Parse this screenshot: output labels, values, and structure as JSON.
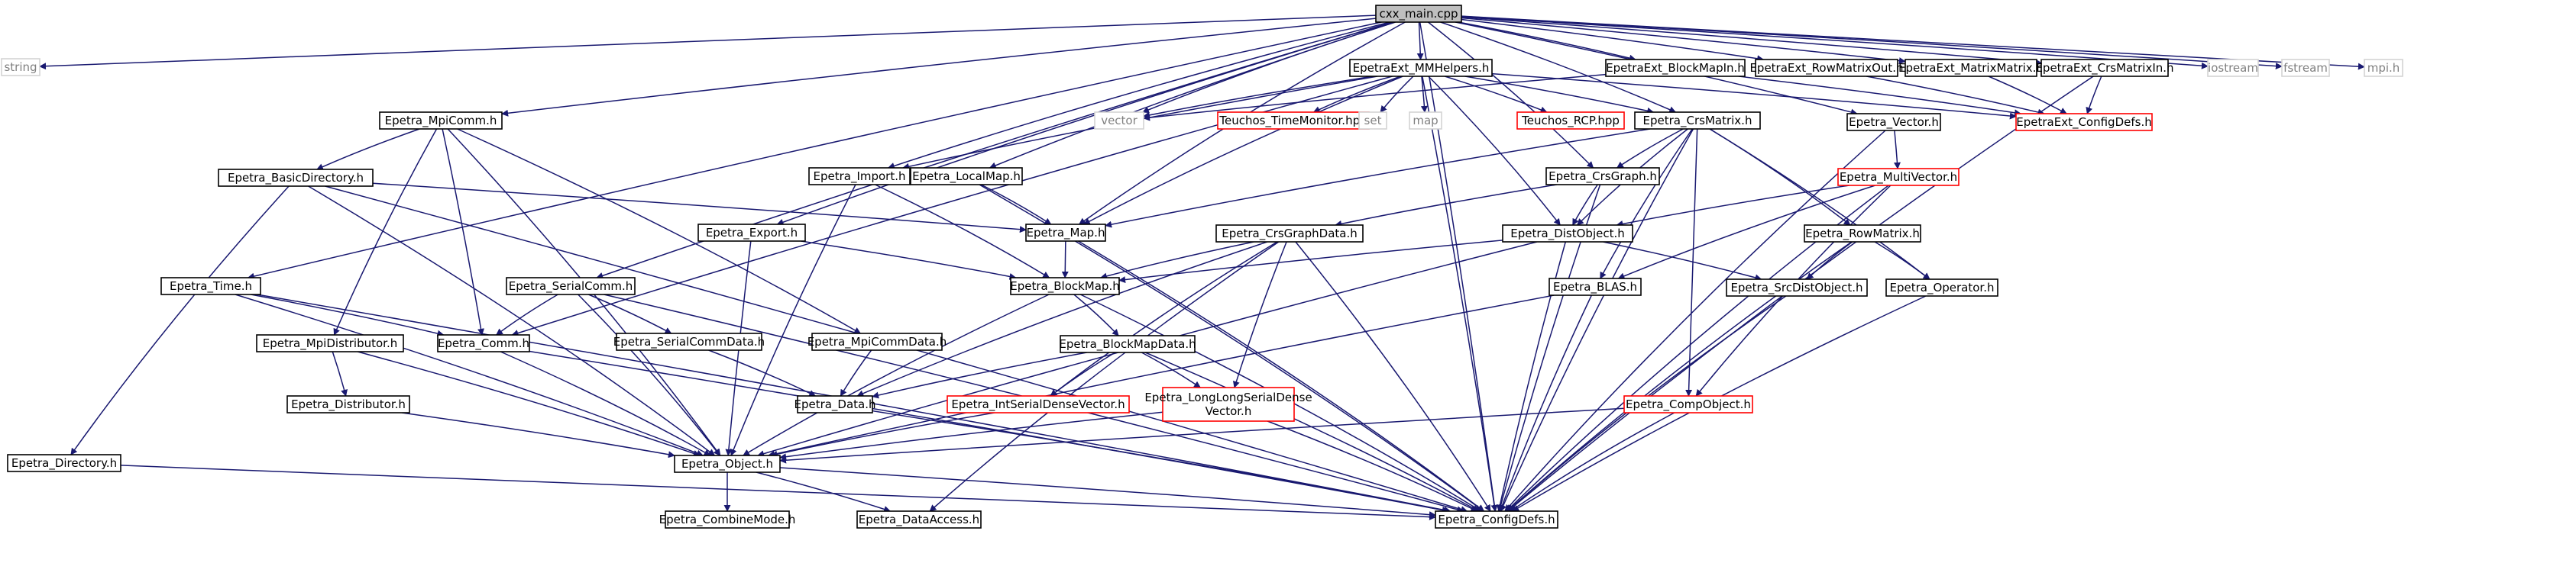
{
  "colors": {
    "edge": "#191970",
    "box_normal": "#000000",
    "box_missing": "#d3d3d3",
    "box_linked": "#ff0000",
    "root_fill": "#bfbfbf",
    "text_normal": "#000000",
    "text_missing": "#808080"
  },
  "nodes": [
    {
      "id": "cxx_main",
      "label": "cxx_main.cpp",
      "kind": "root"
    },
    {
      "id": "string",
      "label": "string",
      "kind": "missing"
    },
    {
      "id": "Epetra_MpiComm",
      "label": "Epetra_MpiComm.h",
      "kind": "normal"
    },
    {
      "id": "Epetra_Time",
      "label": "Epetra_Time.h",
      "kind": "normal"
    },
    {
      "id": "Epetra_SerialComm",
      "label": "Epetra_SerialComm.h",
      "kind": "normal"
    },
    {
      "id": "Epetra_Export",
      "label": "Epetra_Export.h",
      "kind": "normal"
    },
    {
      "id": "Epetra_Import",
      "label": "Epetra_Import.h",
      "kind": "normal"
    },
    {
      "id": "Epetra_LocalMap",
      "label": "Epetra_LocalMap.h",
      "kind": "normal"
    },
    {
      "id": "vector",
      "label": "vector",
      "kind": "missing"
    },
    {
      "id": "EpetraExt_MMHelpers",
      "label": "EpetraExt_MMHelpers.h",
      "kind": "normal"
    },
    {
      "id": "EpetraExt_BlockMapIn",
      "label": "EpetraExt_BlockMapIn.h",
      "kind": "normal"
    },
    {
      "id": "EpetraExt_RowMatrixOut",
      "label": "EpetraExt_RowMatrixOut.h",
      "kind": "normal"
    },
    {
      "id": "EpetraExt_MatrixMatrix",
      "label": "EpetraExt_MatrixMatrix.h",
      "kind": "normal"
    },
    {
      "id": "EpetraExt_CrsMatrixIn",
      "label": "EpetraExt_CrsMatrixIn.h",
      "kind": "normal"
    },
    {
      "id": "iostream",
      "label": "iostream",
      "kind": "missing"
    },
    {
      "id": "fstream",
      "label": "fstream",
      "kind": "missing"
    },
    {
      "id": "mpi",
      "label": "mpi.h",
      "kind": "missing"
    },
    {
      "id": "Teuchos_TimeMonitor",
      "label": "Teuchos_TimeMonitor.hpp",
      "kind": "linked"
    },
    {
      "id": "set",
      "label": "set",
      "kind": "missing"
    },
    {
      "id": "map",
      "label": "map",
      "kind": "missing"
    },
    {
      "id": "Teuchos_RCP",
      "label": "Teuchos_RCP.hpp",
      "kind": "linked"
    },
    {
      "id": "Epetra_CrsMatrix",
      "label": "Epetra_CrsMatrix.h",
      "kind": "normal"
    },
    {
      "id": "Epetra_Vector",
      "label": "Epetra_Vector.h",
      "kind": "normal"
    },
    {
      "id": "EpetraExt_ConfigDefs",
      "label": "EpetraExt_ConfigDefs.h",
      "kind": "linked"
    },
    {
      "id": "Epetra_BasicDirectory",
      "label": "Epetra_BasicDirectory.h",
      "kind": "normal"
    },
    {
      "id": "Epetra_Map",
      "label": "Epetra_Map.h",
      "kind": "normal"
    },
    {
      "id": "Epetra_CrsGraph",
      "label": "Epetra_CrsGraph.h",
      "kind": "normal"
    },
    {
      "id": "Epetra_MultiVector",
      "label": "Epetra_MultiVector.h",
      "kind": "linked"
    },
    {
      "id": "Epetra_CrsGraphData",
      "label": "Epetra_CrsGraphData.h",
      "kind": "normal"
    },
    {
      "id": "Epetra_DistObject",
      "label": "Epetra_DistObject.h",
      "kind": "normal"
    },
    {
      "id": "Epetra_RowMatrix",
      "label": "Epetra_RowMatrix.h",
      "kind": "normal"
    },
    {
      "id": "Epetra_BlockMap",
      "label": "Epetra_BlockMap.h",
      "kind": "normal"
    },
    {
      "id": "Epetra_BLAS",
      "label": "Epetra_BLAS.h",
      "kind": "normal"
    },
    {
      "id": "Epetra_SrcDistObject",
      "label": "Epetra_SrcDistObject.h",
      "kind": "normal"
    },
    {
      "id": "Epetra_Operator",
      "label": "Epetra_Operator.h",
      "kind": "normal"
    },
    {
      "id": "Epetra_MpiDistributor",
      "label": "Epetra_MpiDistributor.h",
      "kind": "normal"
    },
    {
      "id": "Epetra_Comm",
      "label": "Epetra_Comm.h",
      "kind": "normal"
    },
    {
      "id": "Epetra_SerialCommData",
      "label": "Epetra_SerialCommData.h",
      "kind": "normal"
    },
    {
      "id": "Epetra_MpiCommData",
      "label": "Epetra_MpiCommData.h",
      "kind": "normal"
    },
    {
      "id": "Epetra_BlockMapData",
      "label": "Epetra_BlockMapData.h",
      "kind": "normal"
    },
    {
      "id": "Epetra_Distributor",
      "label": "Epetra_Distributor.h",
      "kind": "normal"
    },
    {
      "id": "Epetra_IntSerialDenseVector",
      "label": "Epetra_IntSerialDenseVector.h",
      "kind": "linked"
    },
    {
      "id": "Epetra_Data",
      "label": "Epetra_Data.h",
      "kind": "normal"
    },
    {
      "id": "Epetra_LongLongSerialDenseVector",
      "label": "Epetra_LongLongSerialDense\nVector.h",
      "kind": "linked"
    },
    {
      "id": "Epetra_CompObject",
      "label": "Epetra_CompObject.h",
      "kind": "linked"
    },
    {
      "id": "Epetra_Directory",
      "label": "Epetra_Directory.h",
      "kind": "normal"
    },
    {
      "id": "Epetra_Object",
      "label": "Epetra_Object.h",
      "kind": "normal"
    },
    {
      "id": "Epetra_CombineMode",
      "label": "Epetra_CombineMode.h",
      "kind": "normal"
    },
    {
      "id": "Epetra_DataAccess",
      "label": "Epetra_DataAccess.h",
      "kind": "normal"
    },
    {
      "id": "Epetra_ConfigDefs",
      "label": "Epetra_ConfigDefs.h",
      "kind": "normal"
    }
  ],
  "edges": [
    [
      "cxx_main",
      "string"
    ],
    [
      "cxx_main",
      "Epetra_MpiComm"
    ],
    [
      "cxx_main",
      "Epetra_Time"
    ],
    [
      "cxx_main",
      "Epetra_SerialComm"
    ],
    [
      "cxx_main",
      "Epetra_Export"
    ],
    [
      "cxx_main",
      "Epetra_Import"
    ],
    [
      "cxx_main",
      "Epetra_LocalMap"
    ],
    [
      "cxx_main",
      "Epetra_Map"
    ],
    [
      "cxx_main",
      "vector"
    ],
    [
      "cxx_main",
      "Epetra_CrsGraph"
    ],
    [
      "cxx_main",
      "EpetraExt_MMHelpers"
    ],
    [
      "cxx_main",
      "EpetraExt_BlockMapIn"
    ],
    [
      "cxx_main",
      "EpetraExt_RowMatrixOut"
    ],
    [
      "cxx_main",
      "EpetraExt_MatrixMatrix"
    ],
    [
      "cxx_main",
      "EpetraExt_CrsMatrixIn"
    ],
    [
      "cxx_main",
      "Epetra_CrsMatrix"
    ],
    [
      "cxx_main",
      "Epetra_Vector"
    ],
    [
      "cxx_main",
      "iostream"
    ],
    [
      "cxx_main",
      "fstream"
    ],
    [
      "cxx_main",
      "mpi"
    ],
    [
      "cxx_main",
      "Epetra_ConfigDefs"
    ],
    [
      "EpetraExt_MMHelpers",
      "vector"
    ],
    [
      "EpetraExt_MMHelpers",
      "Teuchos_TimeMonitor"
    ],
    [
      "EpetraExt_MMHelpers",
      "set"
    ],
    [
      "EpetraExt_MMHelpers",
      "map"
    ],
    [
      "EpetraExt_MMHelpers",
      "Teuchos_RCP"
    ],
    [
      "EpetraExt_MMHelpers",
      "Epetra_CrsMatrix"
    ],
    [
      "EpetraExt_MMHelpers",
      "EpetraExt_ConfigDefs"
    ],
    [
      "EpetraExt_MMHelpers",
      "Epetra_Import"
    ],
    [
      "EpetraExt_MMHelpers",
      "Epetra_Map"
    ],
    [
      "EpetraExt_MMHelpers",
      "Epetra_DistObject"
    ],
    [
      "EpetraExt_MMHelpers",
      "Epetra_Comm"
    ],
    [
      "EpetraExt_MMHelpers",
      "Epetra_ConfigDefs"
    ],
    [
      "EpetraExt_BlockMapIn",
      "vector"
    ],
    [
      "EpetraExt_BlockMapIn",
      "EpetraExt_ConfigDefs"
    ],
    [
      "EpetraExt_RowMatrixOut",
      "EpetraExt_ConfigDefs"
    ],
    [
      "EpetraExt_MatrixMatrix",
      "EpetraExt_ConfigDefs"
    ],
    [
      "EpetraExt_CrsMatrixIn",
      "EpetraExt_ConfigDefs"
    ],
    [
      "EpetraExt_CrsMatrixIn",
      "Epetra_ConfigDefs"
    ],
    [
      "Epetra_MpiComm",
      "Epetra_BasicDirectory"
    ],
    [
      "Epetra_MpiComm",
      "Epetra_MpiDistributor"
    ],
    [
      "Epetra_MpiComm",
      "Epetra_Comm"
    ],
    [
      "Epetra_MpiComm",
      "Epetra_MpiCommData"
    ],
    [
      "Epetra_MpiComm",
      "Epetra_Object"
    ],
    [
      "Epetra_BasicDirectory",
      "Epetra_Directory"
    ],
    [
      "Epetra_BasicDirectory",
      "Epetra_Map"
    ],
    [
      "Epetra_BasicDirectory",
      "Epetra_Object"
    ],
    [
      "Epetra_BasicDirectory",
      "Epetra_ConfigDefs"
    ],
    [
      "Epetra_Time",
      "Epetra_Comm"
    ],
    [
      "Epetra_Time",
      "Epetra_Object"
    ],
    [
      "Epetra_Time",
      "Epetra_ConfigDefs"
    ],
    [
      "Epetra_SerialComm",
      "Epetra_Comm"
    ],
    [
      "Epetra_SerialComm",
      "Epetra_SerialCommData"
    ],
    [
      "Epetra_SerialComm",
      "Epetra_Object"
    ],
    [
      "Epetra_SerialComm",
      "Epetra_ConfigDefs"
    ],
    [
      "Epetra_Export",
      "Epetra_BlockMap"
    ],
    [
      "Epetra_Export",
      "Epetra_Object"
    ],
    [
      "Epetra_Import",
      "Epetra_BlockMap"
    ],
    [
      "Epetra_Import",
      "Epetra_Object"
    ],
    [
      "Epetra_LocalMap",
      "Epetra_Map"
    ],
    [
      "Epetra_LocalMap",
      "Epetra_ConfigDefs"
    ],
    [
      "Epetra_Map",
      "Epetra_BlockMap"
    ],
    [
      "Epetra_Map",
      "Epetra_ConfigDefs"
    ],
    [
      "Epetra_CrsMatrix",
      "Epetra_CrsGraph"
    ],
    [
      "Epetra_CrsMatrix",
      "Epetra_DistObject"
    ],
    [
      "Epetra_CrsMatrix",
      "Epetra_RowMatrix"
    ],
    [
      "Epetra_CrsMatrix",
      "Epetra_BLAS"
    ],
    [
      "Epetra_CrsMatrix",
      "Epetra_Map"
    ],
    [
      "Epetra_CrsMatrix",
      "Epetra_Operator"
    ],
    [
      "Epetra_CrsMatrix",
      "Epetra_CompObject"
    ],
    [
      "Epetra_CrsMatrix",
      "Epetra_ConfigDefs"
    ],
    [
      "Epetra_CrsGraph",
      "Epetra_CrsGraphData"
    ],
    [
      "Epetra_CrsGraph",
      "Epetra_DistObject"
    ],
    [
      "Epetra_CrsGraph",
      "Epetra_ConfigDefs"
    ],
    [
      "Epetra_CrsGraphData",
      "Epetra_BlockMap"
    ],
    [
      "Epetra_CrsGraphData",
      "Epetra_Data"
    ],
    [
      "Epetra_CrsGraphData",
      "Epetra_IntSerialDenseVector"
    ],
    [
      "Epetra_CrsGraphData",
      "Epetra_LongLongSerialDenseVector"
    ],
    [
      "Epetra_CrsGraphData",
      "Epetra_DataAccess"
    ],
    [
      "Epetra_CrsGraphData",
      "Epetra_ConfigDefs"
    ],
    [
      "Epetra_DistObject",
      "Epetra_BlockMap"
    ],
    [
      "Epetra_DistObject",
      "Epetra_SrcDistObject"
    ],
    [
      "Epetra_DistObject",
      "Epetra_Object"
    ],
    [
      "Epetra_DistObject",
      "Epetra_ConfigDefs"
    ],
    [
      "Epetra_Vector",
      "Epetra_MultiVector"
    ],
    [
      "Epetra_Vector",
      "Epetra_ConfigDefs"
    ],
    [
      "Epetra_MultiVector",
      "Epetra_DistObject"
    ],
    [
      "Epetra_MultiVector",
      "Epetra_BLAS"
    ],
    [
      "Epetra_MultiVector",
      "Epetra_CompObject"
    ],
    [
      "Epetra_MultiVector",
      "Epetra_ConfigDefs"
    ],
    [
      "Epetra_RowMatrix",
      "Epetra_SrcDistObject"
    ],
    [
      "Epetra_RowMatrix",
      "Epetra_Operator"
    ],
    [
      "Epetra_RowMatrix",
      "Epetra_ConfigDefs"
    ],
    [
      "Epetra_BLAS",
      "Epetra_Object"
    ],
    [
      "Epetra_BLAS",
      "Epetra_ConfigDefs"
    ],
    [
      "Epetra_SrcDistObject",
      "Epetra_ConfigDefs"
    ],
    [
      "Epetra_Operator",
      "Epetra_ConfigDefs"
    ],
    [
      "Epetra_BlockMap",
      "Epetra_BlockMapData"
    ],
    [
      "Epetra_BlockMap",
      "Epetra_Object"
    ],
    [
      "Epetra_BlockMap",
      "Epetra_ConfigDefs"
    ],
    [
      "Epetra_BlockMapData",
      "Epetra_Data"
    ],
    [
      "Epetra_BlockMapData",
      "Epetra_IntSerialDenseVector"
    ],
    [
      "Epetra_BlockMapData",
      "Epetra_LongLongSerialDenseVector"
    ],
    [
      "Epetra_BlockMapData",
      "Epetra_ConfigDefs"
    ],
    [
      "Epetra_MpiDistributor",
      "Epetra_Distributor"
    ],
    [
      "Epetra_MpiDistributor",
      "Epetra_Object"
    ],
    [
      "Epetra_Comm",
      "Epetra_Object"
    ],
    [
      "Epetra_Comm",
      "Epetra_ConfigDefs"
    ],
    [
      "Epetra_SerialCommData",
      "Epetra_Data"
    ],
    [
      "Epetra_MpiCommData",
      "Epetra_Data"
    ],
    [
      "Epetra_Distributor",
      "Epetra_Object"
    ],
    [
      "Epetra_IntSerialDenseVector",
      "Epetra_Object"
    ],
    [
      "Epetra_LongLongSerialDenseVector",
      "Epetra_Object"
    ],
    [
      "Epetra_LongLongSerialDenseVector",
      "Epetra_ConfigDefs"
    ],
    [
      "Epetra_Data",
      "Epetra_ConfigDefs"
    ],
    [
      "Epetra_CompObject",
      "Epetra_Object"
    ],
    [
      "Epetra_CompObject",
      "Epetra_ConfigDefs"
    ],
    [
      "Epetra_Directory",
      "Epetra_ConfigDefs"
    ],
    [
      "Epetra_Object",
      "Epetra_CombineMode"
    ],
    [
      "Epetra_Object",
      "Epetra_DataAccess"
    ],
    [
      "Epetra_Object",
      "Epetra_ConfigDefs"
    ]
  ]
}
